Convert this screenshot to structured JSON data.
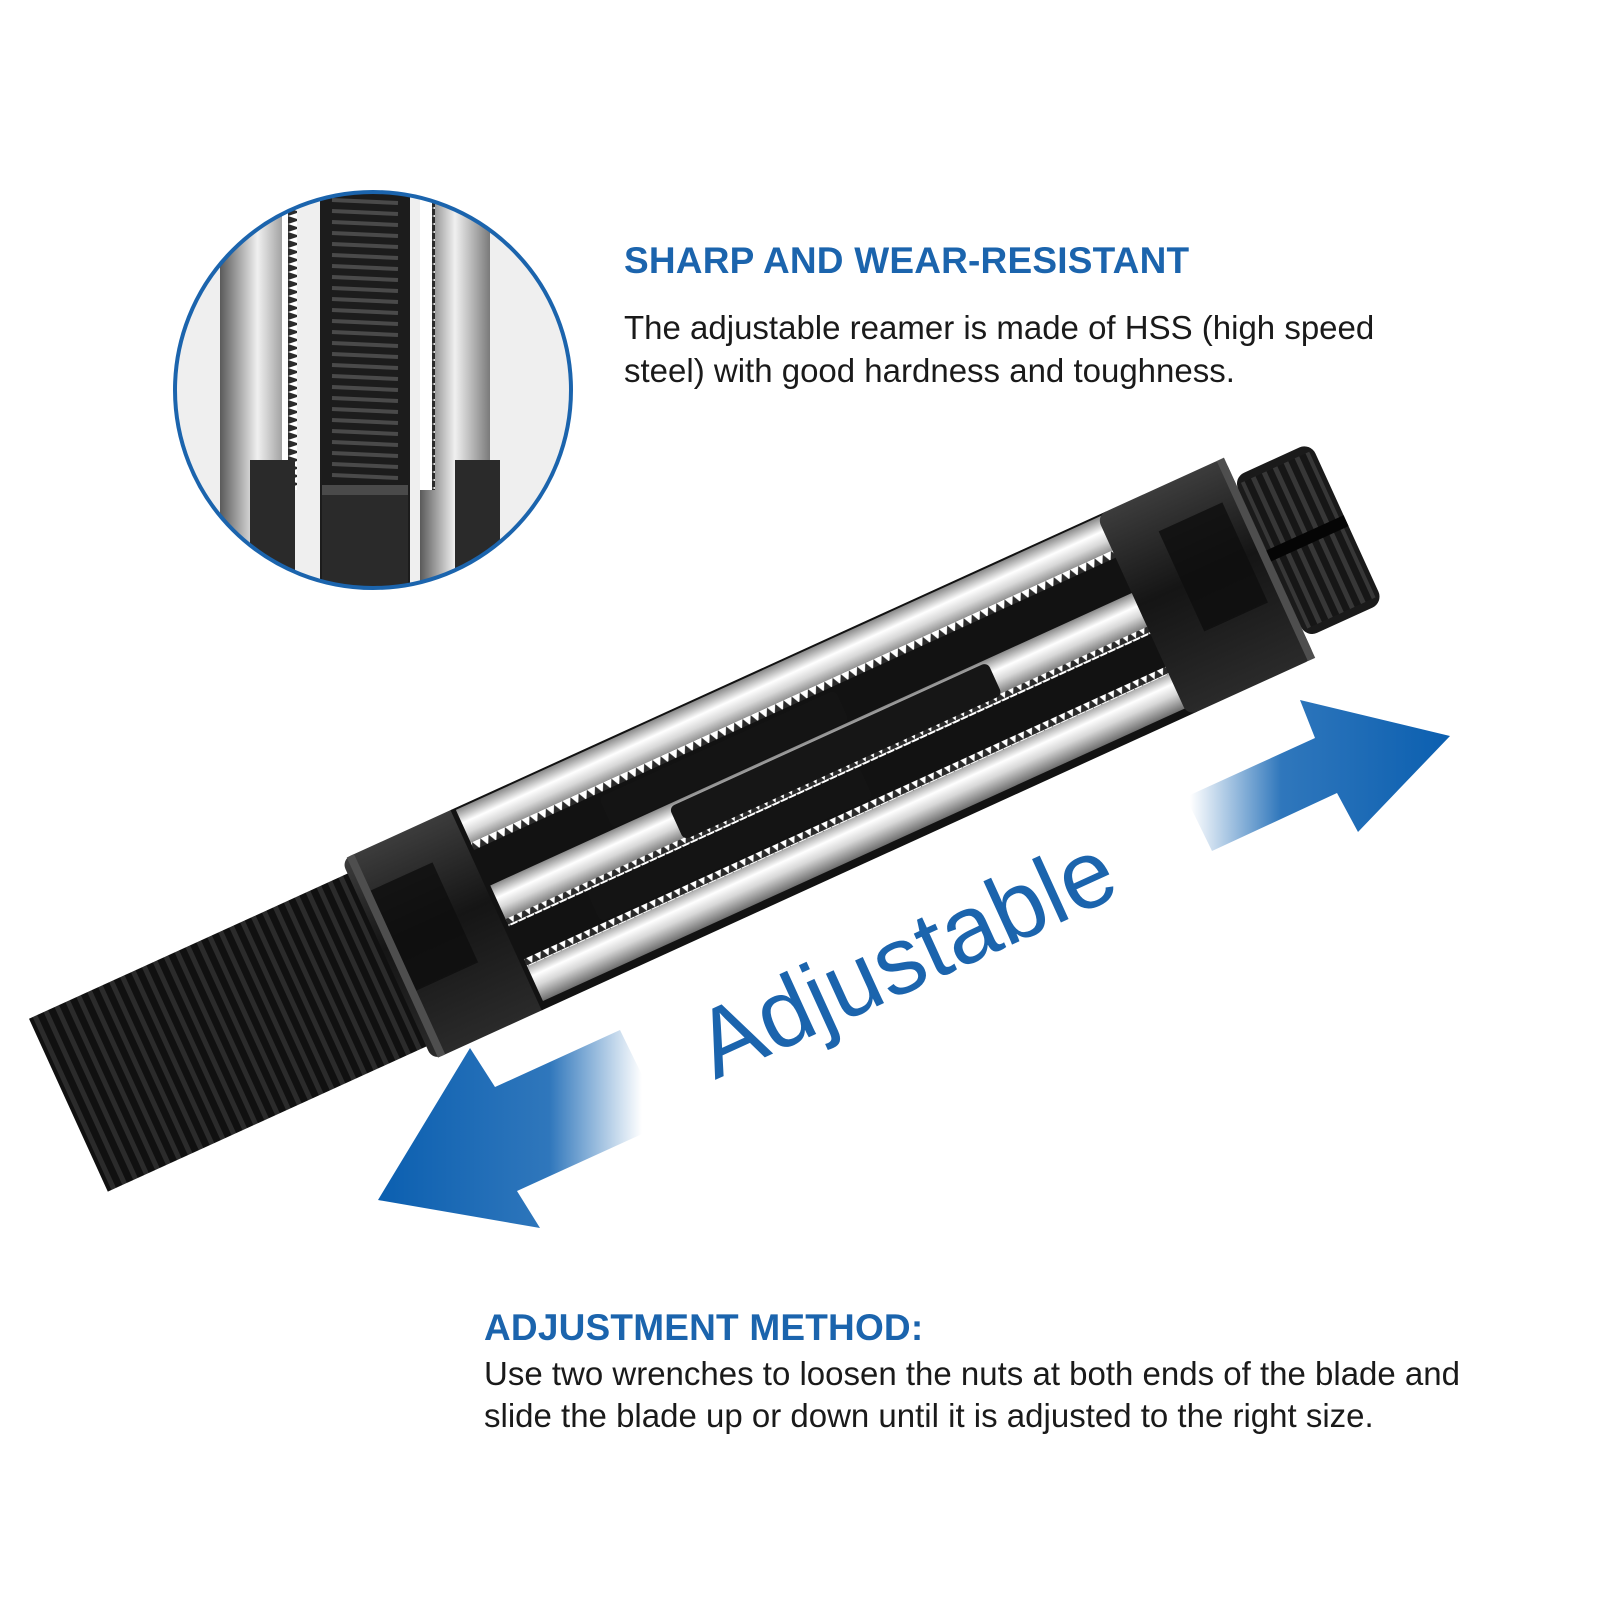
{
  "sections": {
    "sharp": {
      "heading": "SHARP AND WEAR-RESISTANT",
      "text": "The adjustable reamer is made of HSS (high speed steel) with good hardness and toughness."
    },
    "method": {
      "heading": "ADJUSTMENT METHOD:",
      "text": "Use two wrenches to loosen the nuts at both ends of the blade and slide the blade up or down until it is adjusted to the right size."
    }
  },
  "overlay": {
    "label": "Adjustable"
  },
  "colors": {
    "accent": "#1b64ad",
    "arrow": "#0b5fb0",
    "steel_dark": "#1a1a1a",
    "text": "#1a1a1a"
  },
  "icons": {
    "left_arrow": "arrow-left-icon",
    "right_arrow": "arrow-right-icon"
  }
}
